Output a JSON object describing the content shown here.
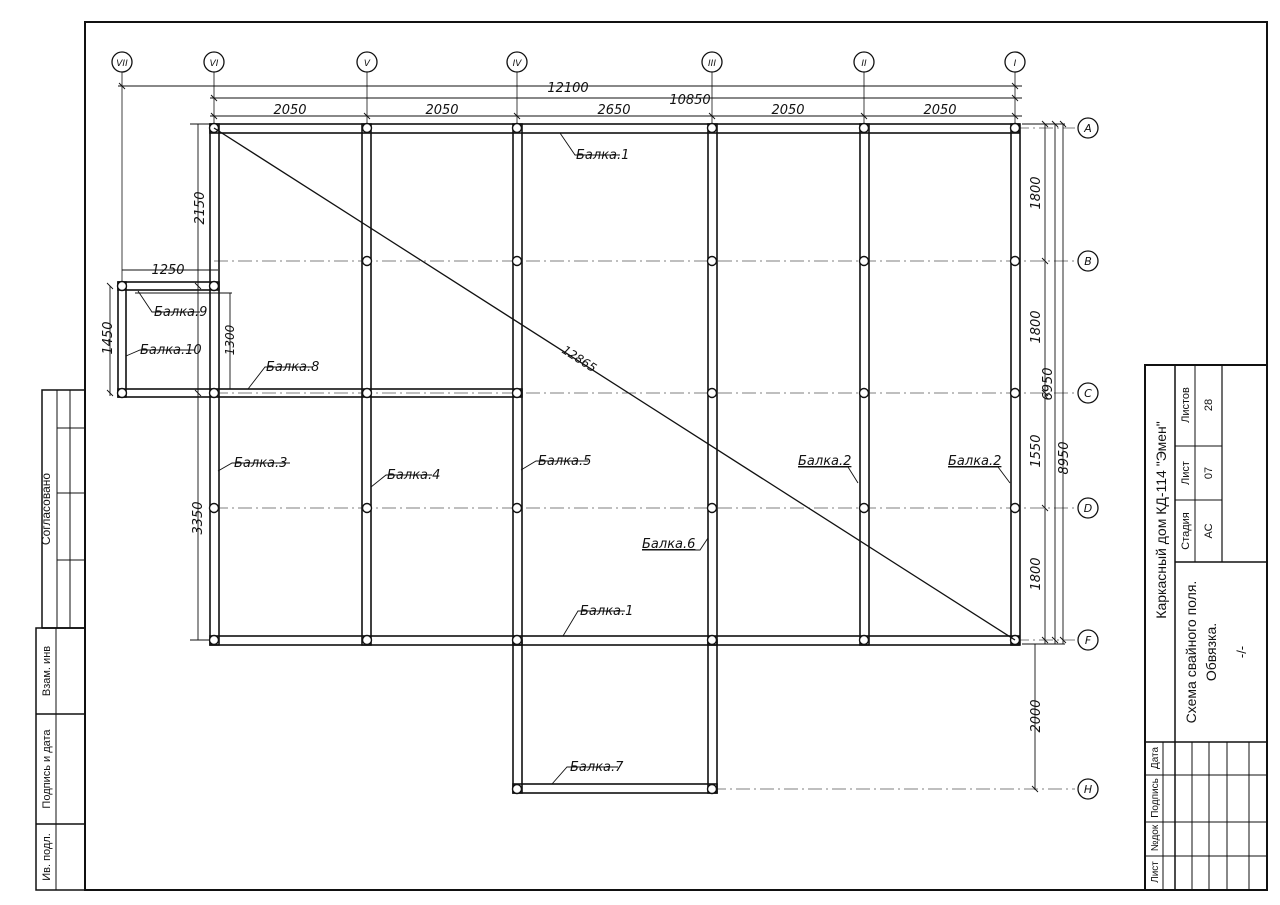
{
  "axes_top": {
    "vii": "VII",
    "vi": "VI",
    "v": "V",
    "iv": "IV",
    "iii": "III",
    "ii": "II",
    "i": "I"
  },
  "axes_right": {
    "a": "A",
    "b": "B",
    "c": "C",
    "d": "D",
    "f": "F",
    "h": "H"
  },
  "dims": {
    "total_overall": "12100",
    "total_main": "10850",
    "span_vi_v": "2050",
    "span_v_iv": "2050",
    "span_iv_iii": "2650",
    "span_iii_ii": "2050",
    "span_ii_i": "2050",
    "left_top": "2150",
    "left_bottom": "3350",
    "ext_width": "1250",
    "ext_height": "1450",
    "ext_inner": "1300",
    "right_ab": "1800",
    "right_bc": "1800",
    "right_cd": "1550",
    "right_df": "1800",
    "right_fh": "2000",
    "right_total1": "6950",
    "right_total2": "8950",
    "diagonal": "12865"
  },
  "labels": {
    "b1_top": "Балка.1",
    "b1_bottom": "Балка.1",
    "b2_a": "Балка.2",
    "b2_b": "Балка.2",
    "b3": "Балка.3",
    "b4": "Балка.4",
    "b5": "Балка.5",
    "b6": "Балка.6",
    "b7": "Балка.7",
    "b8": "Балка.8",
    "b9": "Балка.9",
    "b10": "Балка.10"
  },
  "title_block": {
    "project": "Каркасный дом КД-114 \"Эмен\"",
    "title_line1": "Схема свайного поля.",
    "title_line2": "Обвязка.",
    "stage_label": "Стадия",
    "stage_value": "АС",
    "sheet_label": "Лист",
    "sheet_value": "07",
    "sheets_label": "Листов",
    "sheets_value": "28",
    "scale": "-/-",
    "col_list": "Лист",
    "col_ndoc": "№док",
    "col_sign": "Подпись",
    "col_date": "Дата"
  },
  "side_stamp": {
    "agreed": "Согласовано",
    "replaced": "Взам. инв",
    "sign_date": "Подпись и дата",
    "inv_orig": "Ив. подл."
  }
}
